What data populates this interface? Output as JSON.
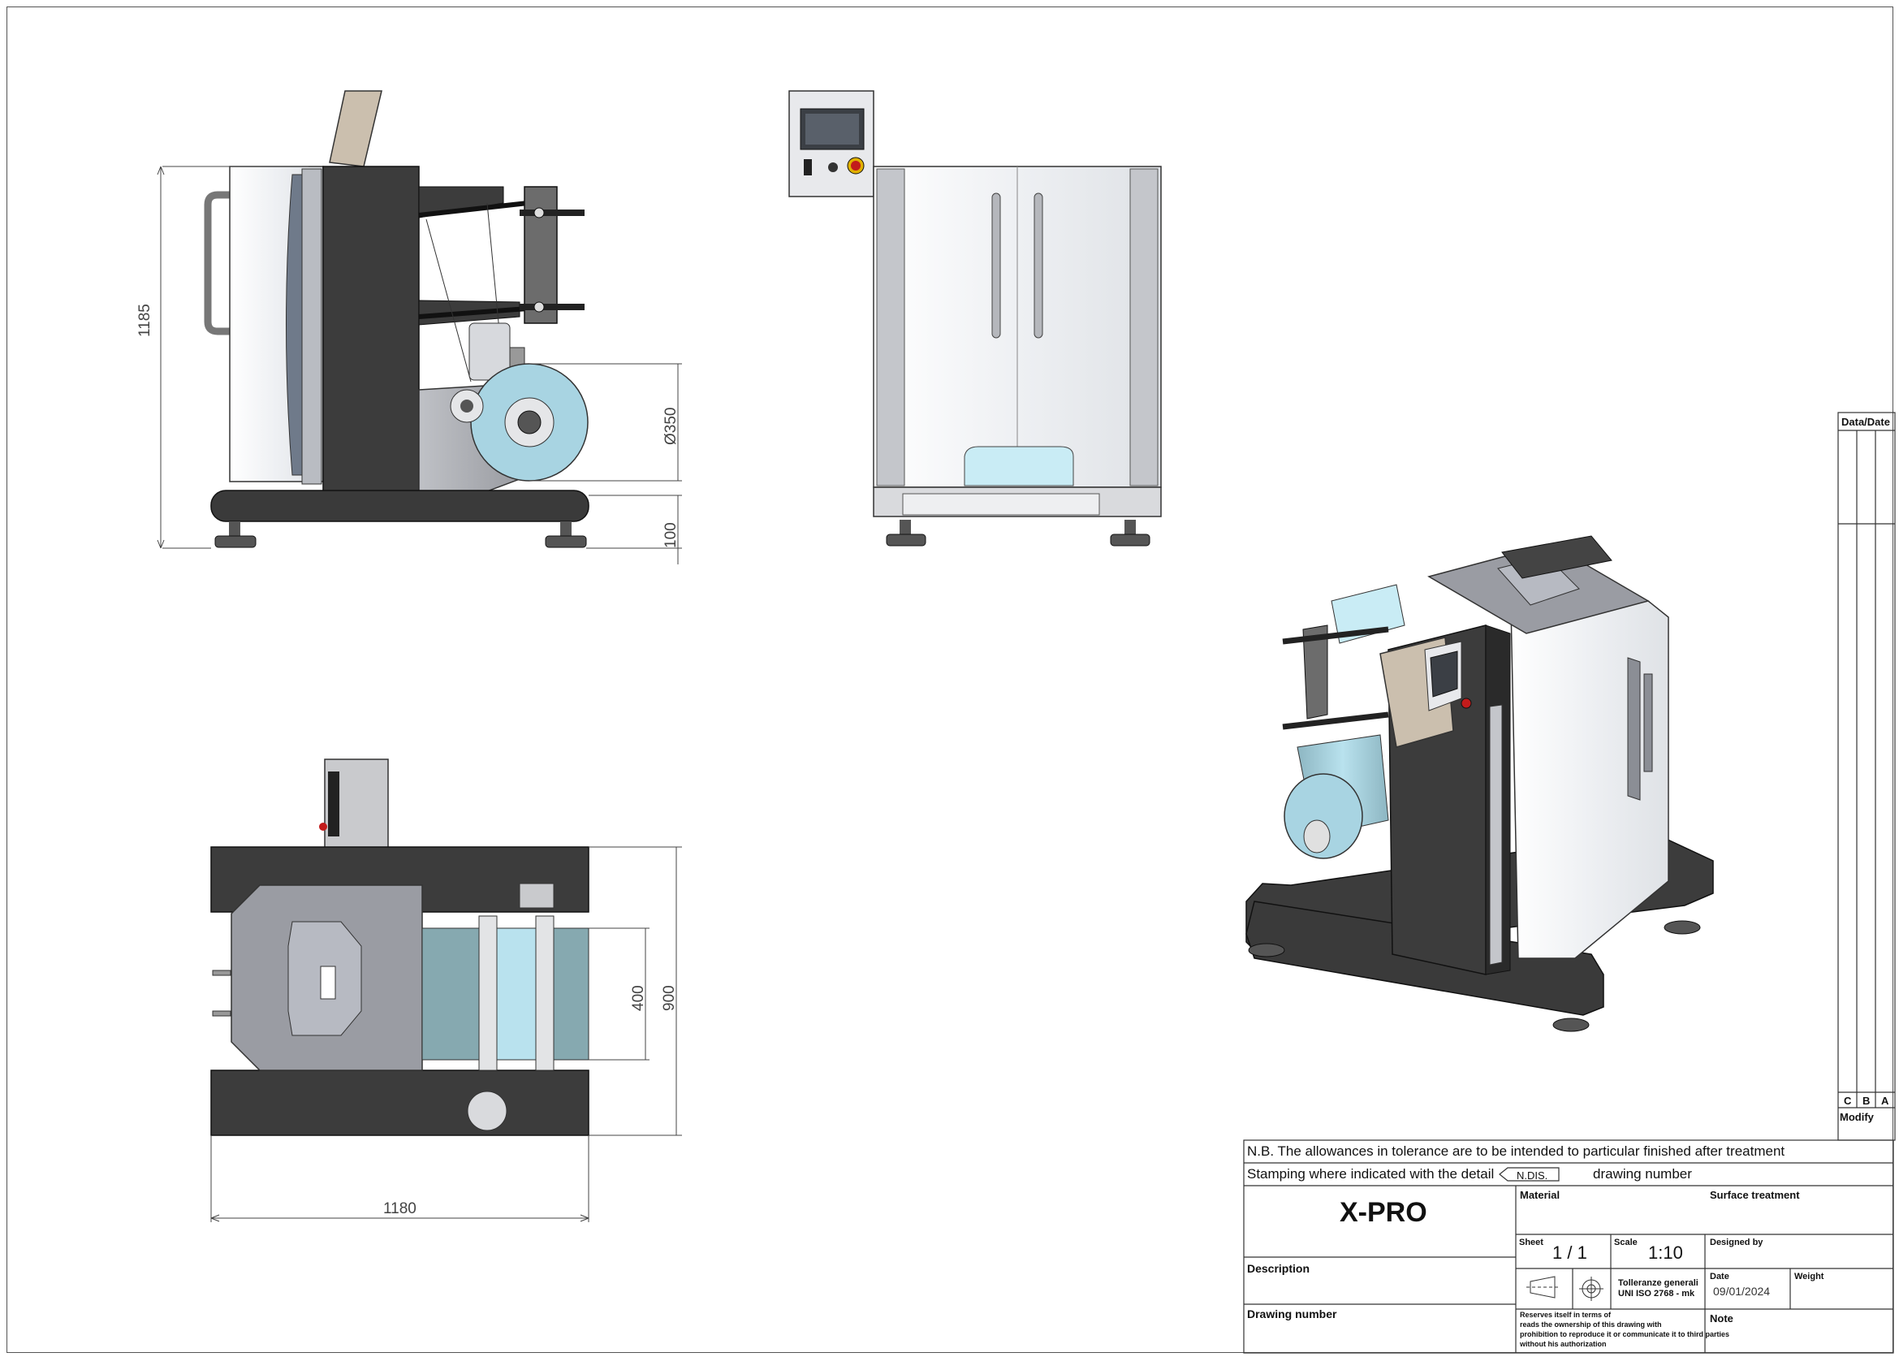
{
  "dimensions": {
    "height_total": "1185",
    "roll_diameter": "Ø350",
    "foot_height": "100",
    "web_width": "400",
    "depth": "900",
    "length": "1180"
  },
  "revision_table": {
    "header": "Data/Date",
    "letters": [
      "C",
      "B",
      "A"
    ],
    "modify_label": "Modify"
  },
  "title_block": {
    "note": "N.B. The allowances in tolerance are to be intended to particular finished after treatment",
    "stamping_label": "Stamping where indicated with the detail",
    "stamp_symbol_text": "N.DIS.",
    "drawing_number_inline": "drawing number",
    "title": "X-PRO",
    "material_label": "Material",
    "surface_treatment_label": "Surface treatment",
    "sheet_label": "Sheet",
    "sheet_value": "1 / 1",
    "scale_label": "Scale",
    "scale_value": "1:10",
    "designed_by_label": "Designed by",
    "description_label": "Description",
    "tolerance_line1": "Tolleranze generali",
    "tolerance_line2": "UNI ISO 2768 - mk",
    "date_label": "Date",
    "date_value": "09/01/2024",
    "weight_label": "Weight",
    "drawing_number_label": "Drawing number",
    "ownership_line1": "Reserves itself in terms of",
    "ownership_line2": "reads the ownership of this drawing with",
    "ownership_line3": "prohibition to reproduce it or communicate it to third parties",
    "ownership_line4": "without his authorization",
    "note_label": "Note"
  },
  "colors": {
    "frame": "#555555",
    "dark_steel": "#3c3c3c",
    "light_steel": "#9a9ca3",
    "panel": "#f2f2f4",
    "roll_blue": "#a8d4e2",
    "roll_teal": "#86a9b0",
    "beige": "#cbbfae"
  }
}
